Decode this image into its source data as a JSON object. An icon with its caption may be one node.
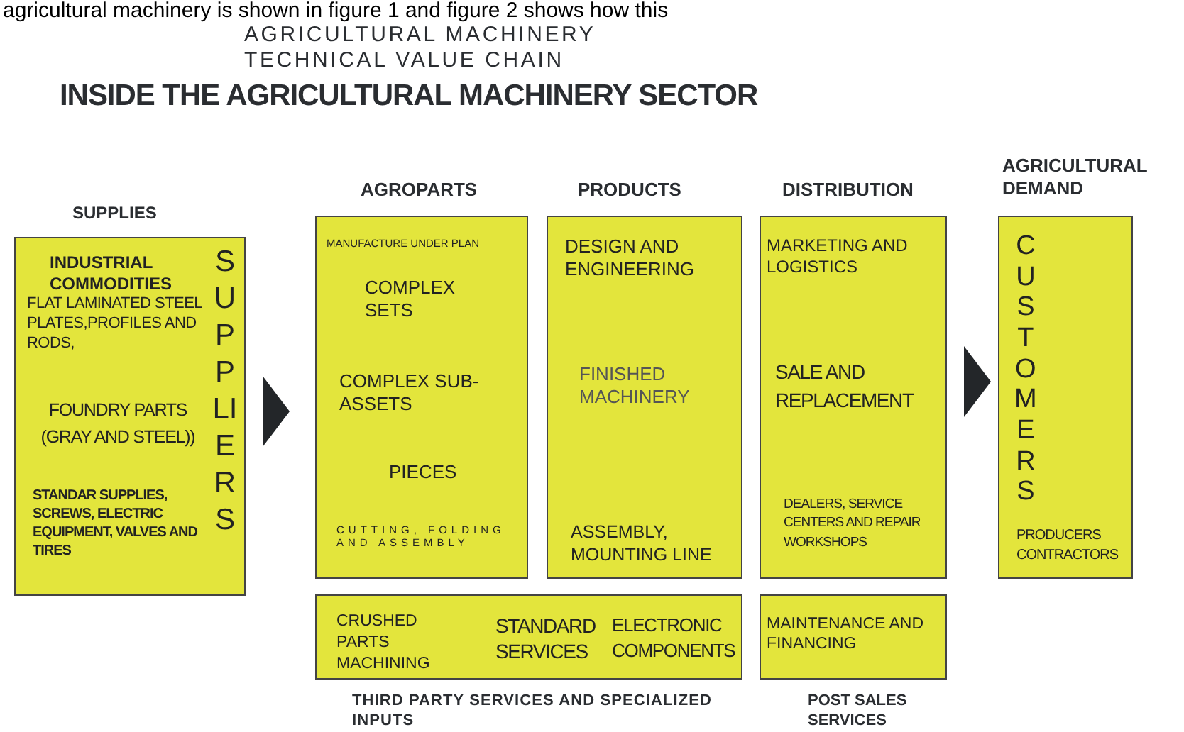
{
  "diagram": {
    "title": "INSIDE THE AGRICULTURAL MACHINERY SECTOR",
    "nodes": [
      {
        "text": [
          "SUPPLIES",
          "INDUSTRIAL COMMODITIES",
          "FLAT LAMINATED STEEL PLATES,PROFILES AND RODS,",
          "FOUNDRY PARTS (GRAY AND STEEL))",
          "STANDAR SUPPLIES, SCREWS, ELECTRIC EQUIPMENT, VALVES AND TIRES",
          "SUPPLIERS"
        ]
      },
      {
        "text": [
          "AGROPARTS",
          "MANUFACTURE UNDER PLAN",
          "COMPLEX SETS",
          "COMPLEX SUB-ASSETS",
          "PIECES",
          "CUTTING, FOLDING AND ASSEMBLY"
        ]
      },
      {
        "text": [
          "PRODUCTS",
          "DESIGN AND ENGINEERING",
          "FINISHED MACHINERY",
          "ASSEMBLY, MOUNTING LINE"
        ]
      },
      {
        "text": [
          "DISTRIBUTION",
          "MARKETING AND LOGISTICS",
          "SALE AND REPLACEMENT",
          "DEALERS, SERVICE CENTERS AND REPAIR WORKSHOPS"
        ]
      },
      {
        "text": [
          "AGRICULTURAL DEMAND",
          "CUSTOMERS",
          "PRODUCERS CONTRACTORS"
        ]
      },
      {
        "text": [
          "CRUSHED PARTS MACHINING",
          "STANDARD SERVICES",
          "ELECTRONIC COMPONENTS",
          "THIRD PARTY SERVICES AND SPECIALIZED INPUTS"
        ]
      },
      {
        "text": [
          "MAINTENANCE AND FINANCING",
          "POST SALES SERVICES"
        ]
      }
    ],
    "edges": [
      {
        "from": 0,
        "to": 1,
        "arrow": "to"
      },
      {
        "from": 3,
        "to": 4,
        "arrow": "to"
      }
    ],
    "labels": [
      "agricultural machinery is shown in figure 1 and figure 2 shows how this",
      "AGRICULTURAL MACHINERY",
      "TECHNICAL VALUE CHAIN"
    ]
  }
}
